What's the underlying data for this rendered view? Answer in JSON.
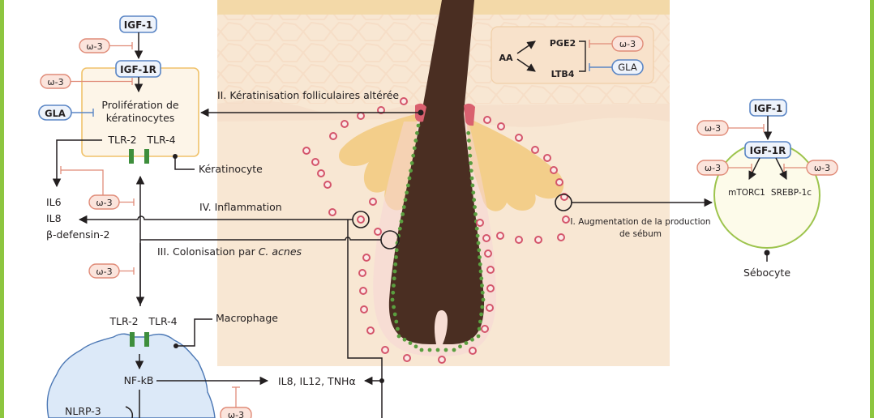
{
  "colors": {
    "frame_green": "#8dc63f",
    "skin_bg": "#f8e7d3",
    "dermis": "#faeee0",
    "epidermis_top": "#f3d9a8",
    "hair": "#4a2e22",
    "sebaceous": "#f2c97c",
    "ring_red": "#d4556b",
    "dot_green": "#5a9e3f",
    "blue_pill": "#5b86c5",
    "blue_fill": "#eef3fb",
    "omega_stroke": "#e08b78",
    "omega_fill": "#fbe4dc",
    "keratinocyte_box": "#f0c26a",
    "keratinocyte_fill": "#fdf5e8",
    "macrophage_fill": "#dce9f8",
    "macrophage_stroke": "#4c78b5",
    "tlr_green": "#3e8e3c",
    "sebocyte_stroke": "#9dc44d",
    "sebocyte_fill": "#fdfbea"
  },
  "keratinocyte": {
    "igf1": "IGF-1",
    "igf1r": "IGF-1R",
    "omega_a": "ω-3",
    "omega_b": "ω-3",
    "gla": "GLA",
    "prolif_line1": "Prolifération de",
    "prolif_line2": "kératinocytes",
    "tlr2": "TLR-2",
    "tlr4": "TLR-4",
    "cell_label": "Kératinocyte"
  },
  "cytokines_left": {
    "il6": "IL6",
    "il8": "IL8",
    "defensin": "β-defensin-2",
    "omega_a": "ω-3",
    "omega_b": "ω-3"
  },
  "pathways": {
    "kerat": "II. Kératinisation folliculaires altérée",
    "inflammation": "IV. Inflammation",
    "colonisation_prefix": "III. Colonisation par ",
    "colonisation_italic": "C. acnes",
    "sebum_line1": "I. Augmentation de la production",
    "sebum_line2": "de sébum"
  },
  "eicosanoid": {
    "aa": "AA",
    "pge2": "PGE2",
    "ltb4": "LTB4",
    "omega": "ω-3",
    "gla": "GLA"
  },
  "sebocyte": {
    "igf1": "IGF-1",
    "igf1r": "IGF-1R",
    "omega_top": "ω-3",
    "omega_left": "ω-3",
    "omega_right": "ω-3",
    "mtorc1": "mTORC1",
    "srebp": "SREBP-1c",
    "cell_label": "Sébocyte"
  },
  "macrophage": {
    "tlr2": "TLR-2",
    "tlr4": "TLR-4",
    "cell_label": "Macrophage",
    "nfkb": "NF-kB",
    "nlrp3": "NLRP-3",
    "cytokines": "IL8, IL12, TNHα",
    "omega": "ω-3"
  }
}
